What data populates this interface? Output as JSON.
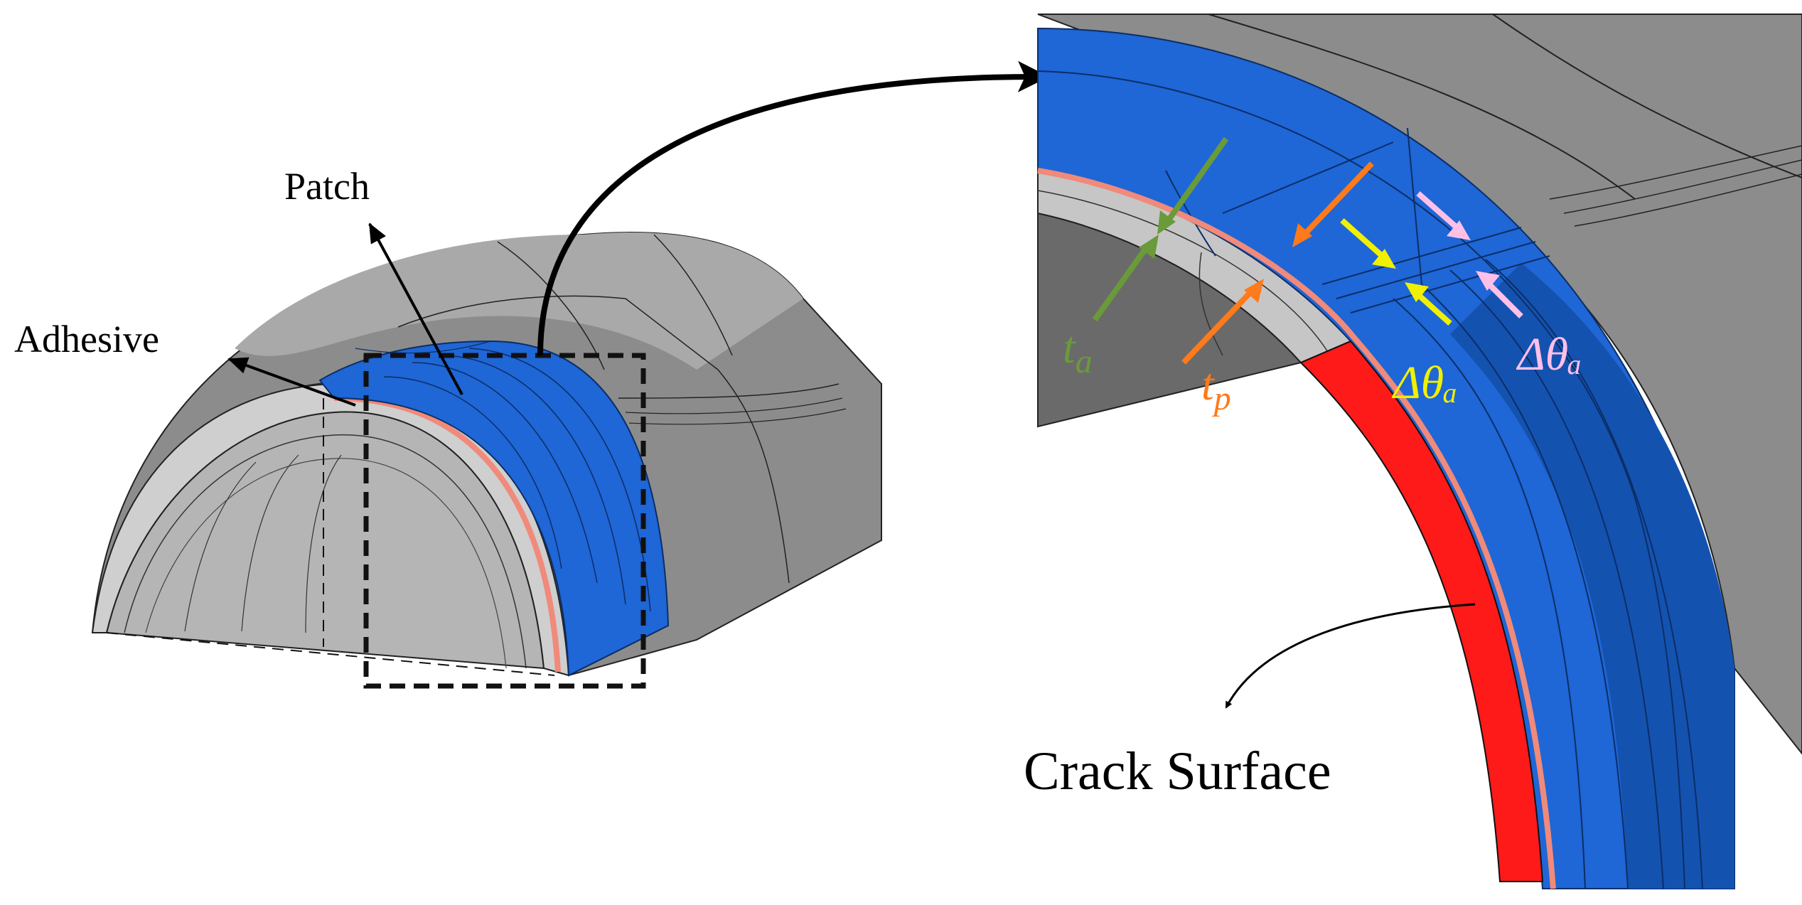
{
  "labels": {
    "patch": "Patch",
    "adhesive": "Adhesive",
    "crack_surface": "Crack Surface",
    "t_a": {
      "base": "t",
      "sub": "a"
    },
    "t_p": {
      "base": "t",
      "sub": "p"
    },
    "dtheta_yellow": "Δθₐ",
    "dtheta_pink": "Δθₐ"
  },
  "colors": {
    "patch_blue": "#1f66d6",
    "patch_blue_dark": "#0f4a9c",
    "pipe_gray_light": "#c9c9c9",
    "pipe_gray": "#8c8c8c",
    "pipe_gray_dark": "#6a6a6a",
    "adhesive_salmon": "#f08a7a",
    "crack_red": "#ff1a1a",
    "arrow_green": "#6a9a3a",
    "arrow_orange": "#ff7a1a",
    "arrow_yellow": "#f0f000",
    "arrow_pink": "#ffc0e8"
  },
  "icons": {
    "zoom_arrow": "curved-arrow-right",
    "crack_arrow": "curved-arrow-down-left"
  }
}
